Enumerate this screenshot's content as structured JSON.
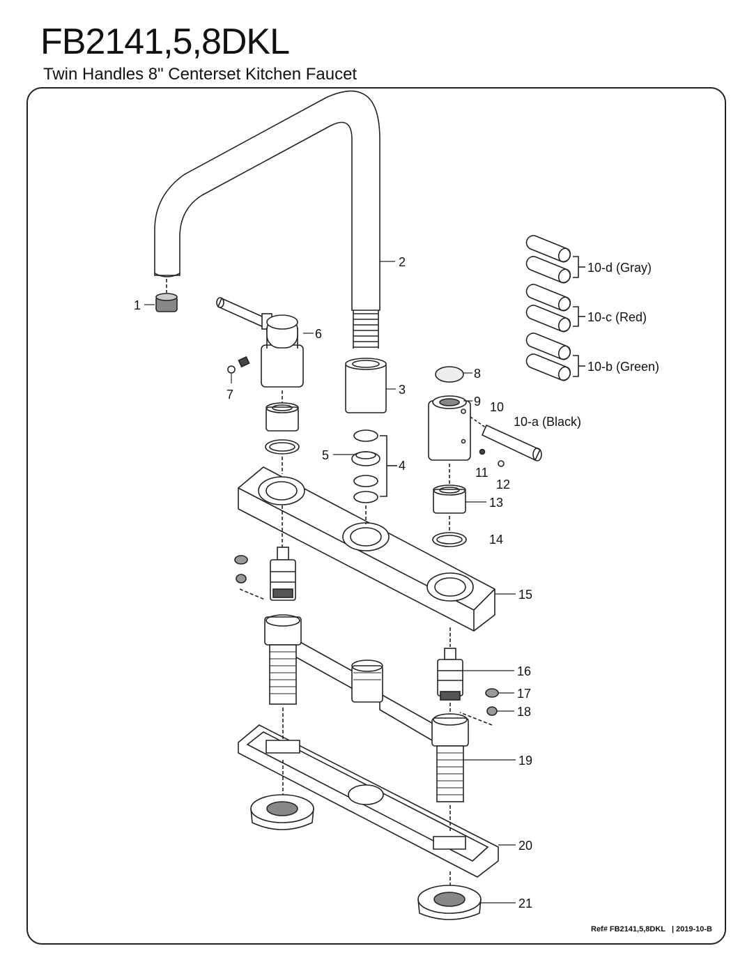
{
  "header": {
    "title": "FB2141,5,8DKL",
    "subtitle": "Twin Handles 8\" Centerset Kitchen Faucet"
  },
  "parts": {
    "p1": "1",
    "p2": "2",
    "p3": "3",
    "p4": "4",
    "p5": "5",
    "p6": "6",
    "p7": "7",
    "p8": "8",
    "p9": "9",
    "p10": "10",
    "p11": "11",
    "p12": "12",
    "p13": "13",
    "p14": "14",
    "p15": "15",
    "p16": "16",
    "p17": "17",
    "p18": "18",
    "p19": "19",
    "p20": "20",
    "p21": "21",
    "p10a": "10-a (Black)",
    "p10b": "10-b (Green)",
    "p10c": "10-c (Red)",
    "p10d": "10-d (Gray)"
  },
  "footer": {
    "ref": "Ref# FB2141,5,8DKL",
    "sep": "|",
    "date": "2019-10-B"
  }
}
